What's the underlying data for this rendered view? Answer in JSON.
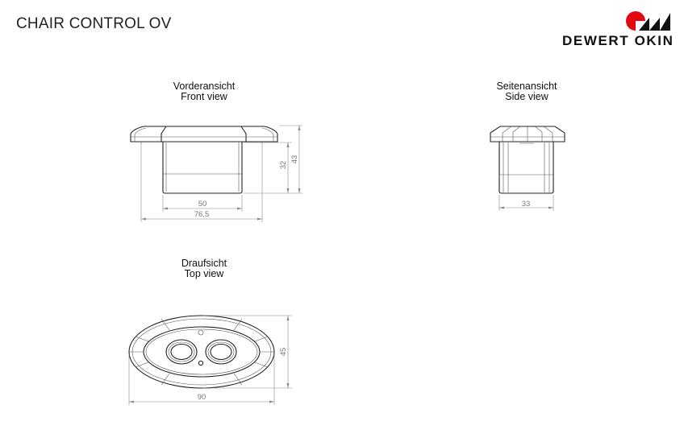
{
  "title": "CHAIR CONTROL OV",
  "logo": {
    "text": "DEWERT OKIN",
    "color": "#e30613"
  },
  "views": {
    "front": {
      "label_de": "Vorderansicht",
      "label_en": "Front view",
      "dims": {
        "inner_width": "50",
        "outer_width": "76,5",
        "body_height": "32",
        "total_height": "43"
      }
    },
    "side": {
      "label_de": "Seitenansicht",
      "label_en": "Side view",
      "dims": {
        "width": "33"
      }
    },
    "top": {
      "label_de": "Draufsicht",
      "label_en": "Top view",
      "dims": {
        "width": "90",
        "height": "45"
      }
    }
  }
}
